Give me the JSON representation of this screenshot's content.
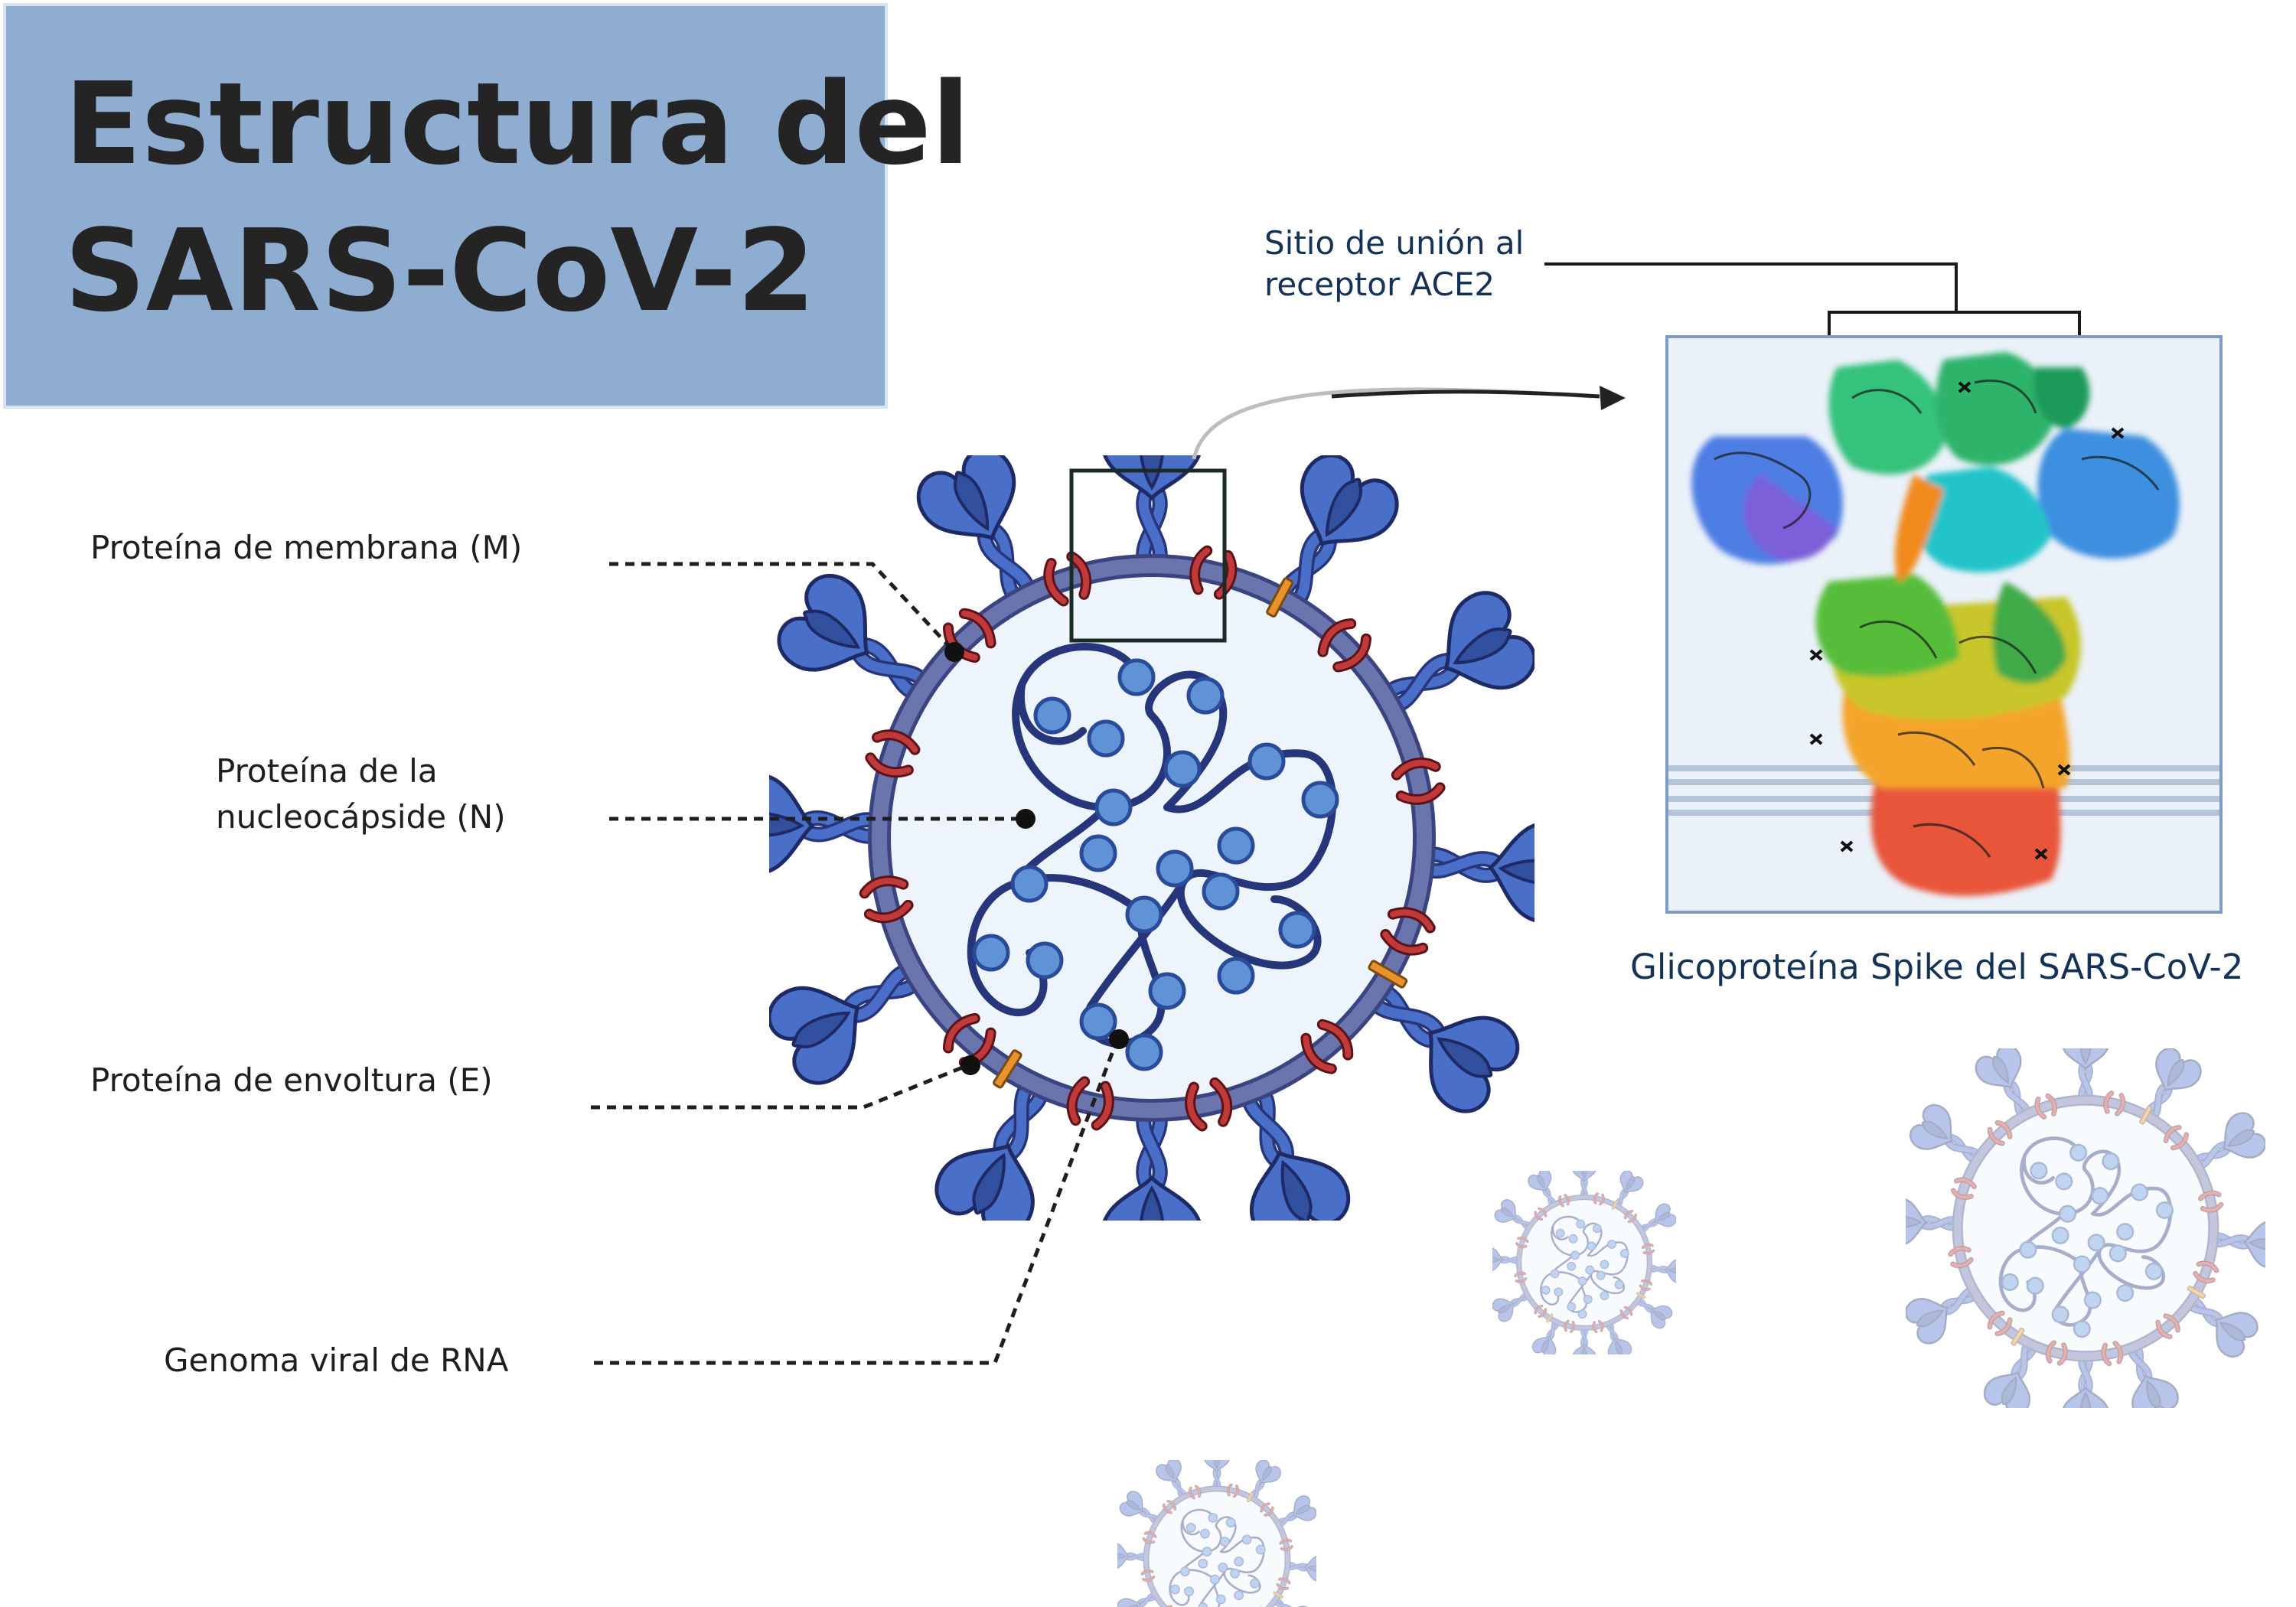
{
  "title": {
    "line1": "Estructura del",
    "line2": "SARS-CoV-2"
  },
  "labels": {
    "membrane": "Proteína de membrana (M)",
    "nucleocapsid_line1": "Proteína de la",
    "nucleocapsid_line2": "nucleocápside (N)",
    "envelope": "Proteína de envoltura (E)",
    "genome": "Genoma viral de RNA",
    "ace2_line1": "Sitio de unión al",
    "ace2_line2": "receptor ACE2",
    "spike_caption": "Glicoproteína Spike del SARS-CoV-2"
  },
  "colors": {
    "title_box": "#8fadd0",
    "spike_blue": "#4a6fc8",
    "membrane_ring": "#6a74ad",
    "m_protein_red": "#c0393b",
    "e_protein_orange": "#e8922e",
    "nucleocapsid": "#5f93d6",
    "rna_strand": "#27357a",
    "caption_navy": "#143256"
  },
  "icons": {
    "main_virion": "sars-cov-2-virion-icon",
    "spike_structure": "spike-trimer-structure-icon",
    "small_virions": "background-virion-icon"
  }
}
